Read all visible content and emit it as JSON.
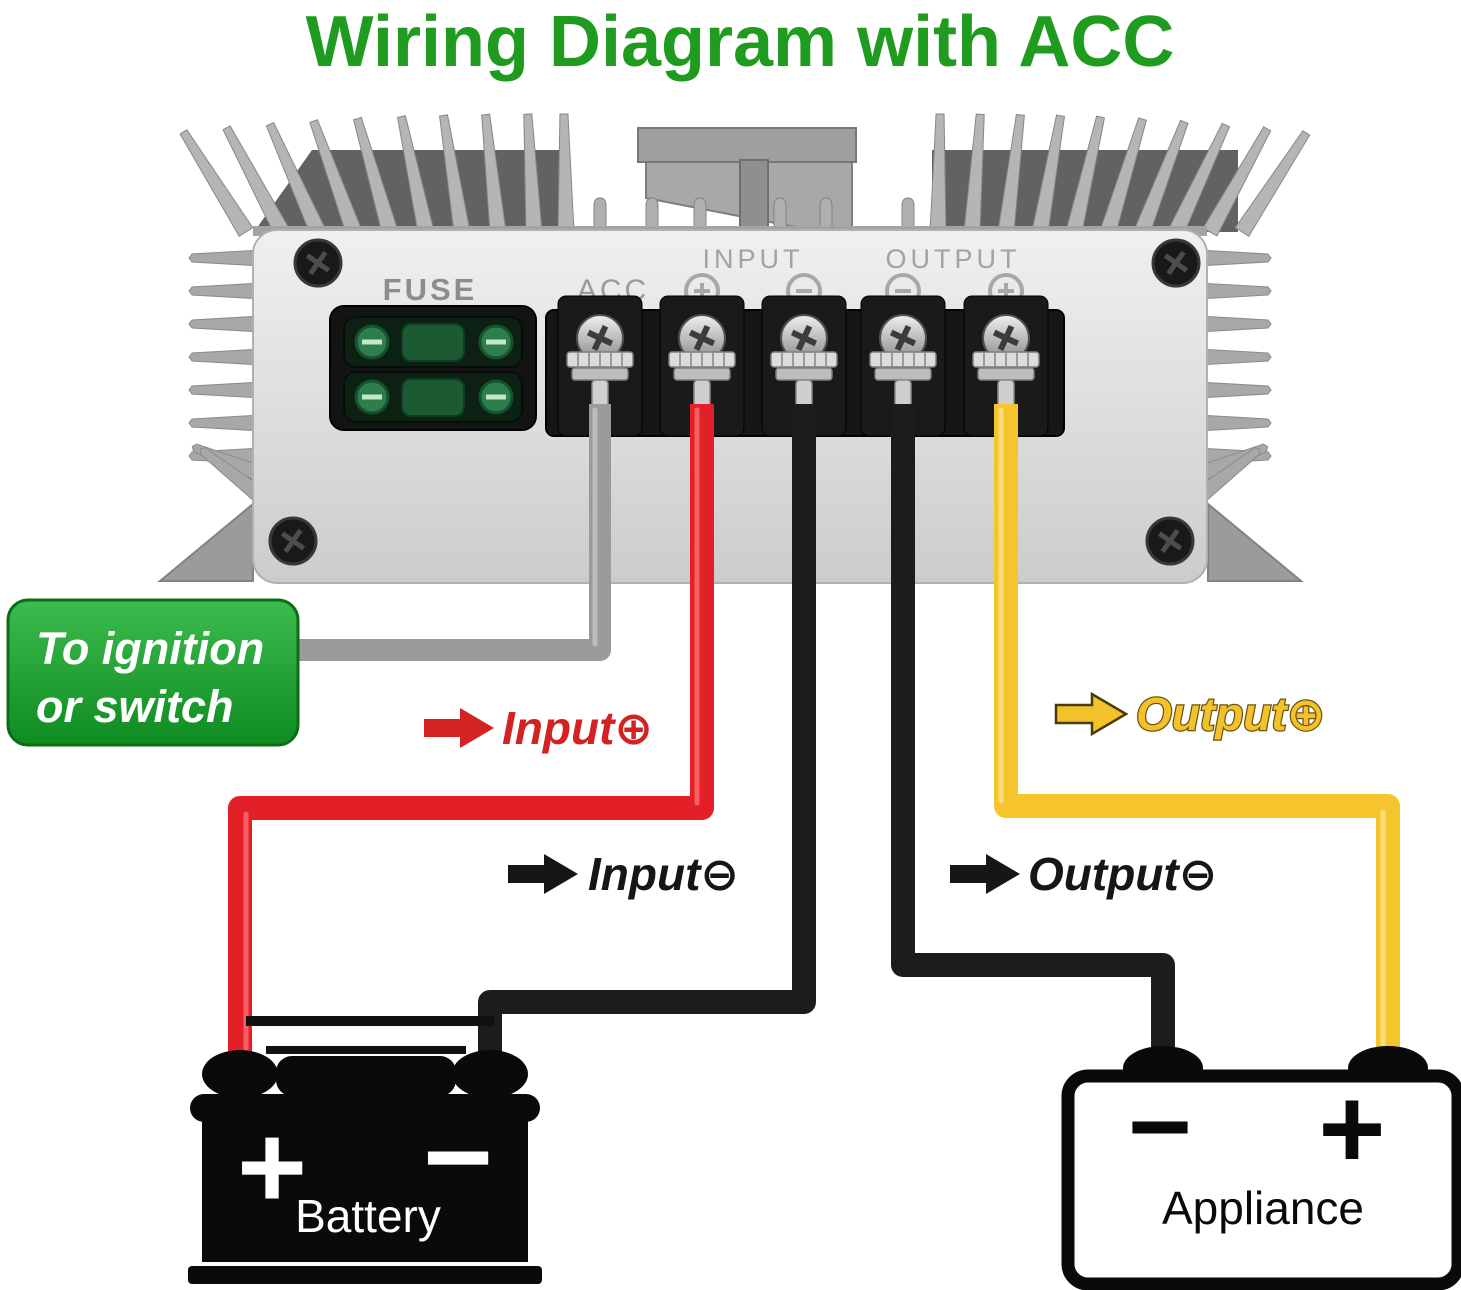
{
  "title": "Wiring Diagram with ACC",
  "device": {
    "fuse_label": "FUSE",
    "acc_label": "ACC",
    "input_label": "INPUT",
    "output_label": "OUTPUT",
    "terminals": [
      {
        "label": "ACC",
        "polarity": "",
        "wire_color": "gray"
      },
      {
        "label": "INPUT",
        "polarity": "+",
        "wire_color": "red"
      },
      {
        "label": "INPUT",
        "polarity": "−",
        "wire_color": "black"
      },
      {
        "label": "OUTPUT",
        "polarity": "−",
        "wire_color": "black"
      },
      {
        "label": "OUTPUT",
        "polarity": "+",
        "wire_color": "yellow"
      }
    ]
  },
  "ignition_tag": {
    "line1": "To ignition",
    "line2": "or switch"
  },
  "wire_labels": {
    "input_plus": "Input⊕",
    "input_minus": "Input⊖",
    "output_plus": "Output⊕",
    "output_minus": "Output⊖"
  },
  "battery": {
    "plus": "+",
    "minus": "−",
    "label": "Battery"
  },
  "appliance": {
    "minus": "−",
    "plus": "+",
    "label": "Appliance"
  },
  "colors": {
    "title": "#1f9c1f",
    "tag_green": "#18a32c",
    "wire_gray": "#9b9b9b",
    "wire_red": "#e32028",
    "wire_black": "#1c1c1c",
    "wire_yellow": "#f6c52d",
    "label_red": "#d32222",
    "label_black": "#161616",
    "label_yellow": "#f3c22a"
  }
}
